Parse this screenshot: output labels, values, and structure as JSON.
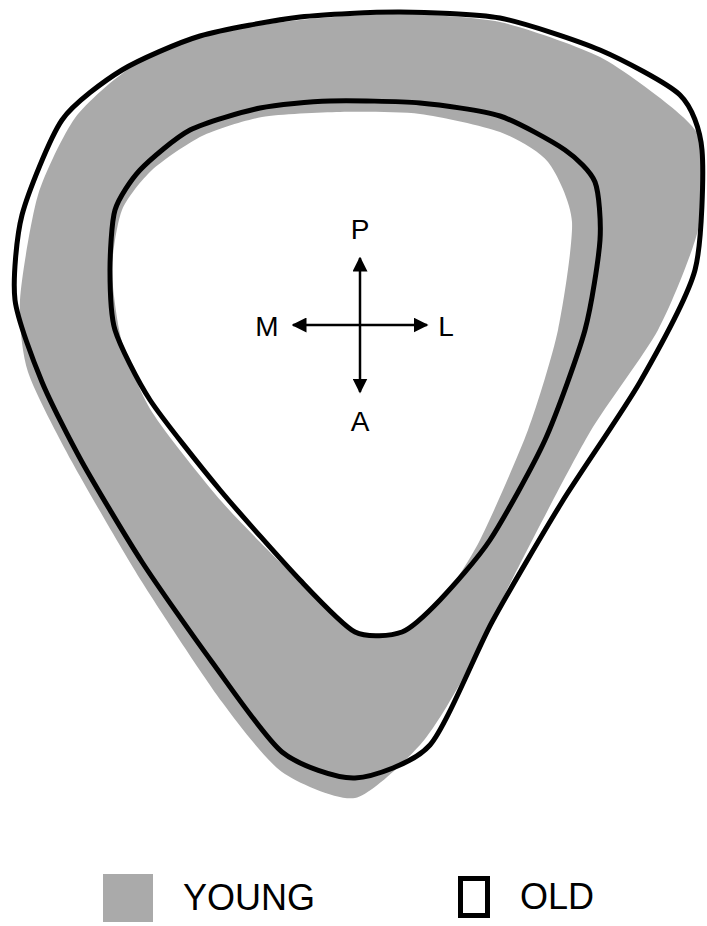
{
  "diagram": {
    "labels": [
      "P",
      "M",
      "L",
      "A"
    ],
    "legend": [
      {
        "text": "YOUNG",
        "color": "#aaaaaa"
      },
      {
        "text": "OLD"
      }
    ]
  }
}
